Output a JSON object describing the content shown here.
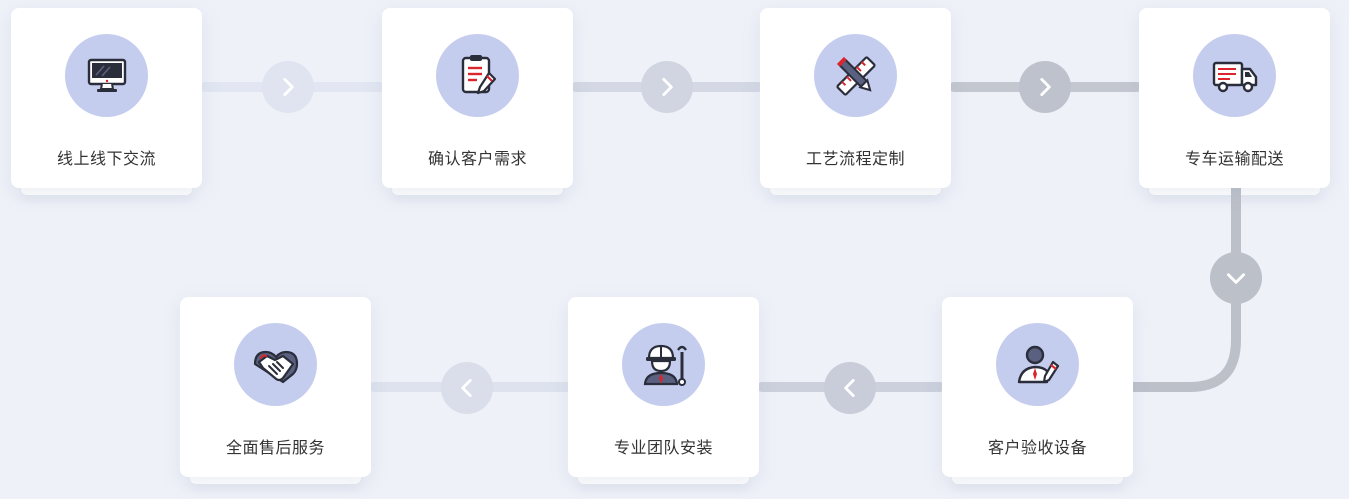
{
  "colors": {
    "background": "#eef1f8",
    "card": "#ffffff",
    "icon_circle": "#c5cdef",
    "icon_stroke": "#2a2d3a",
    "icon_accent": "#d9252b",
    "line_light": "#dde3f0",
    "line_mid": "#cdd2de",
    "line_dark": "#bcc0c9"
  },
  "steps": [
    {
      "label": "线上线下交流",
      "icon": "monitor-icon"
    },
    {
      "label": "确认客户需求",
      "icon": "clipboard-icon"
    },
    {
      "label": "工艺流程定制",
      "icon": "pencil-ruler-icon"
    },
    {
      "label": "专车运输配送",
      "icon": "truck-icon"
    },
    {
      "label": "客户验收设备",
      "icon": "user-pen-icon"
    },
    {
      "label": "专业团队安装",
      "icon": "engineer-icon"
    },
    {
      "label": "全面售后服务",
      "icon": "handshake-icon"
    }
  ],
  "connectors": [
    {
      "icon": "chevron-right-icon"
    },
    {
      "icon": "chevron-right-icon"
    },
    {
      "icon": "chevron-right-icon"
    },
    {
      "icon": "chevron-down-icon"
    },
    {
      "icon": "chevron-left-icon"
    },
    {
      "icon": "chevron-left-icon"
    }
  ]
}
